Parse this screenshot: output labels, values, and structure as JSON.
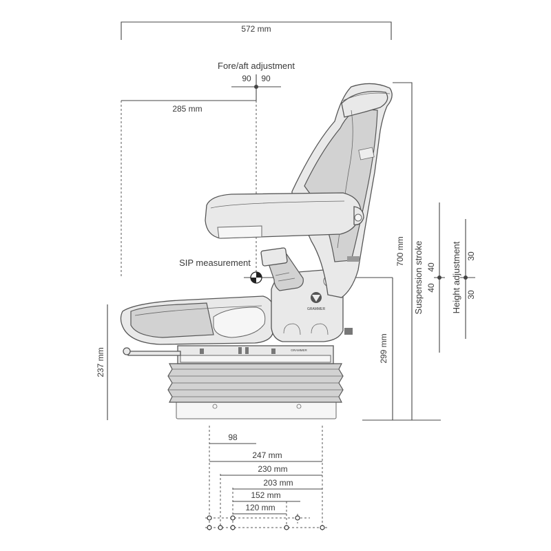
{
  "dimensions": {
    "overall_width": "572 mm",
    "fore_aft_title": "Fore/aft adjustment",
    "fore_aft_left": "90",
    "fore_aft_right": "90",
    "front_to_sip": "285 mm",
    "sip_label": "SIP measurement",
    "total_height": "700 mm",
    "suspension_label": "Suspension stroke",
    "suspension_up": "40",
    "suspension_down": "40",
    "height_label": "Height adjustment",
    "height_up": "30",
    "height_down": "30",
    "sip_height": "299 mm",
    "base_height": "237 mm"
  },
  "bottom_dims": {
    "d98": "98",
    "d247": "247 mm",
    "d230": "230 mm",
    "d203": "203 mm",
    "d152": "152 mm",
    "d120": "120 mm"
  },
  "brand": {
    "logo_text": "GRAMMER",
    "base_text": "GRAMMER"
  }
}
